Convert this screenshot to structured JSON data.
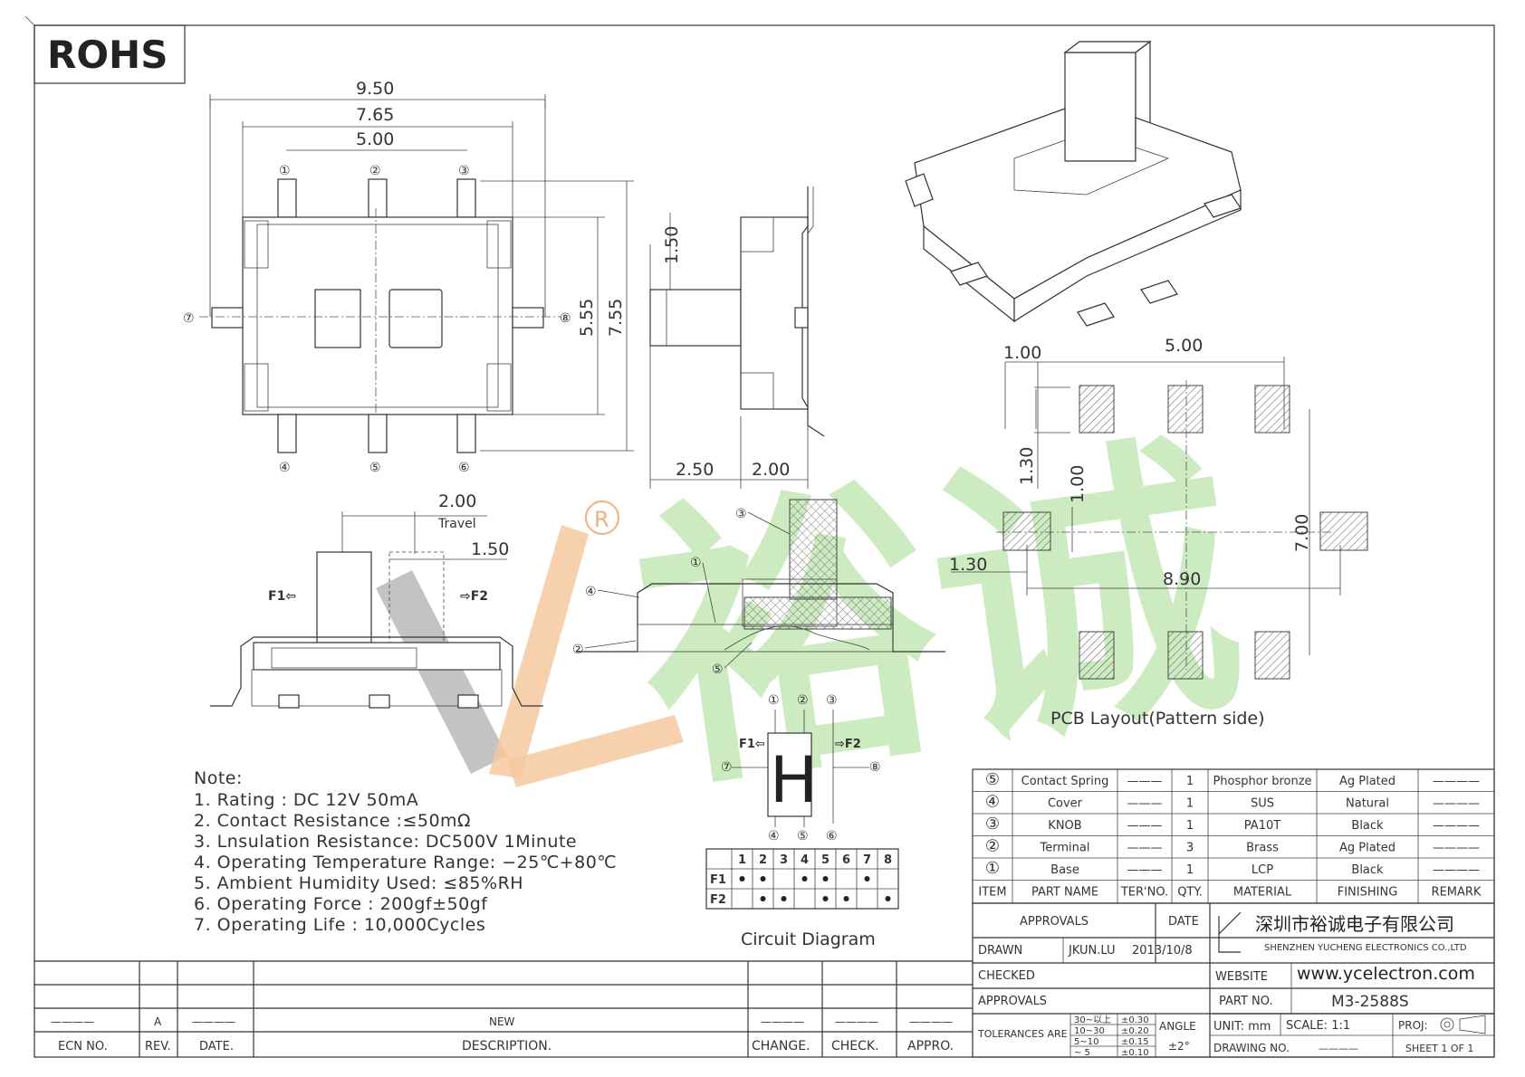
{
  "rohs": "ROHS",
  "dims": {
    "top": [
      "9.50",
      "7.65",
      "5.00"
    ],
    "h1": "5.55",
    "h2": "7.55",
    "side_h": "1.50",
    "side_w1": "2.50",
    "side_w2": "2.00",
    "travel_val": "2.00",
    "travel_label": "Travel",
    "knob_w": "1.50",
    "pcb_w1": "1.00",
    "pcb_w2": "5.00",
    "pcb_h1": "1.30",
    "pcb_h2": "1.00",
    "pcb_h3": "7.00",
    "pcb_side": "1.30",
    "pcb_total": "8.90"
  },
  "pins": {
    "p1": "①",
    "p2": "②",
    "p3": "③",
    "p4": "④",
    "p5": "⑤",
    "p6": "⑥",
    "p7": "⑦",
    "p8": "⑧"
  },
  "forces": {
    "f1": "F1⇦",
    "f2": "⇨F2"
  },
  "pcb_title": "PCB Layout(Pattern side)",
  "registered": "R",
  "notes": {
    "title": "Note:",
    "items": [
      "1. Rating : DC 12V 50mA",
      "2. Contact Resistance :≤50mΩ",
      "3. Lnsulation Resistance: DC500V 1Minute",
      "4. Operating Temperature Range: −25℃+80℃",
      "5. Ambient Humidity Used: ≤85%RH",
      "6. Operating Force : 200gf±50gf",
      "7. Operating Life : 10,000Cycles"
    ]
  },
  "circuit": {
    "title": "Circuit Diagram",
    "cols": [
      "1",
      "2",
      "3",
      "4",
      "5",
      "6",
      "7",
      "8"
    ],
    "rows": [
      {
        "label": "F1",
        "dots": [
          true,
          true,
          false,
          true,
          true,
          false,
          true,
          false
        ]
      },
      {
        "label": "F2",
        "dots": [
          false,
          true,
          true,
          false,
          true,
          true,
          false,
          true
        ]
      }
    ]
  },
  "bom": {
    "rows": [
      {
        "item": "⑤",
        "name": "Contact Spring",
        "ter": "———",
        "qty": "1",
        "material": "Phosphor bronze",
        "finish": "Ag Plated",
        "remark": "————"
      },
      {
        "item": "④",
        "name": "Cover",
        "ter": "———",
        "qty": "1",
        "material": "SUS",
        "finish": "Natural",
        "remark": "————"
      },
      {
        "item": "③",
        "name": "KNOB",
        "ter": "———",
        "qty": "1",
        "material": "PA10T",
        "finish": "Black",
        "remark": "————"
      },
      {
        "item": "②",
        "name": "Terminal",
        "ter": "———",
        "qty": "3",
        "material": "Brass",
        "finish": "Ag Plated",
        "remark": "————"
      },
      {
        "item": "①",
        "name": "Base",
        "ter": "———",
        "qty": "1",
        "material": "LCP",
        "finish": "Black",
        "remark": "————"
      }
    ],
    "header": {
      "item": "ITEM",
      "name": "PART NAME",
      "ter": "TER'NO.",
      "qty": "QTY.",
      "material": "MATERIAL",
      "finish": "FINISHING",
      "remark": "REMARK"
    }
  },
  "title_block": {
    "approvals": "APPROVALS",
    "date": "DATE",
    "company_cn": "深圳市裕诚电子有限公司",
    "company_en": "SHENZHEN YUCHENG ELECTRONICS CO.,LTD",
    "drawn": "DRAWN",
    "drawn_by": "JKUN.LU",
    "drawn_date": "2013/10/8",
    "checked": "CHECKED",
    "approvals2": "APPROVALS",
    "website_label": "WEBSITE",
    "website": "www.ycelectron.com",
    "part_no_label": "PART NO.",
    "part_no": "M3-2588S",
    "tolerances": "TOLERANCES ARE",
    "tol_ranges": [
      "30~以上",
      "10~30",
      "5~10",
      "~ 5"
    ],
    "tol_values": [
      "±0.30",
      "±0.20",
      "±0.15",
      "±0.10"
    ],
    "angle_label": "ANGLE",
    "angle_value": "±2°",
    "unit": "UNIT: mm",
    "scale": "SCALE: 1:1",
    "proj": "PROJ:",
    "drawing_no": "DRAWING NO.",
    "drawing_no_val": "————",
    "sheet": "SHEET 1 OF 1"
  },
  "revision": {
    "row": {
      "ecn": "————",
      "rev": "A",
      "date": "————",
      "desc": "NEW",
      "change": "————",
      "check": "————",
      "appro": "————"
    },
    "header": {
      "ecn": "ECN NO.",
      "rev": "REV.",
      "date": "DATE.",
      "desc": "DESCRIPTION.",
      "change": "CHANGE.",
      "check": "CHECK.",
      "appro": "APPRO."
    }
  },
  "watermark": "裕诚",
  "colors": {
    "watermark_green": "#b9e3a8",
    "watermark_gray": "#9a9a9a",
    "watermark_orange": "#f5c08e",
    "registered": "#f0a070"
  }
}
